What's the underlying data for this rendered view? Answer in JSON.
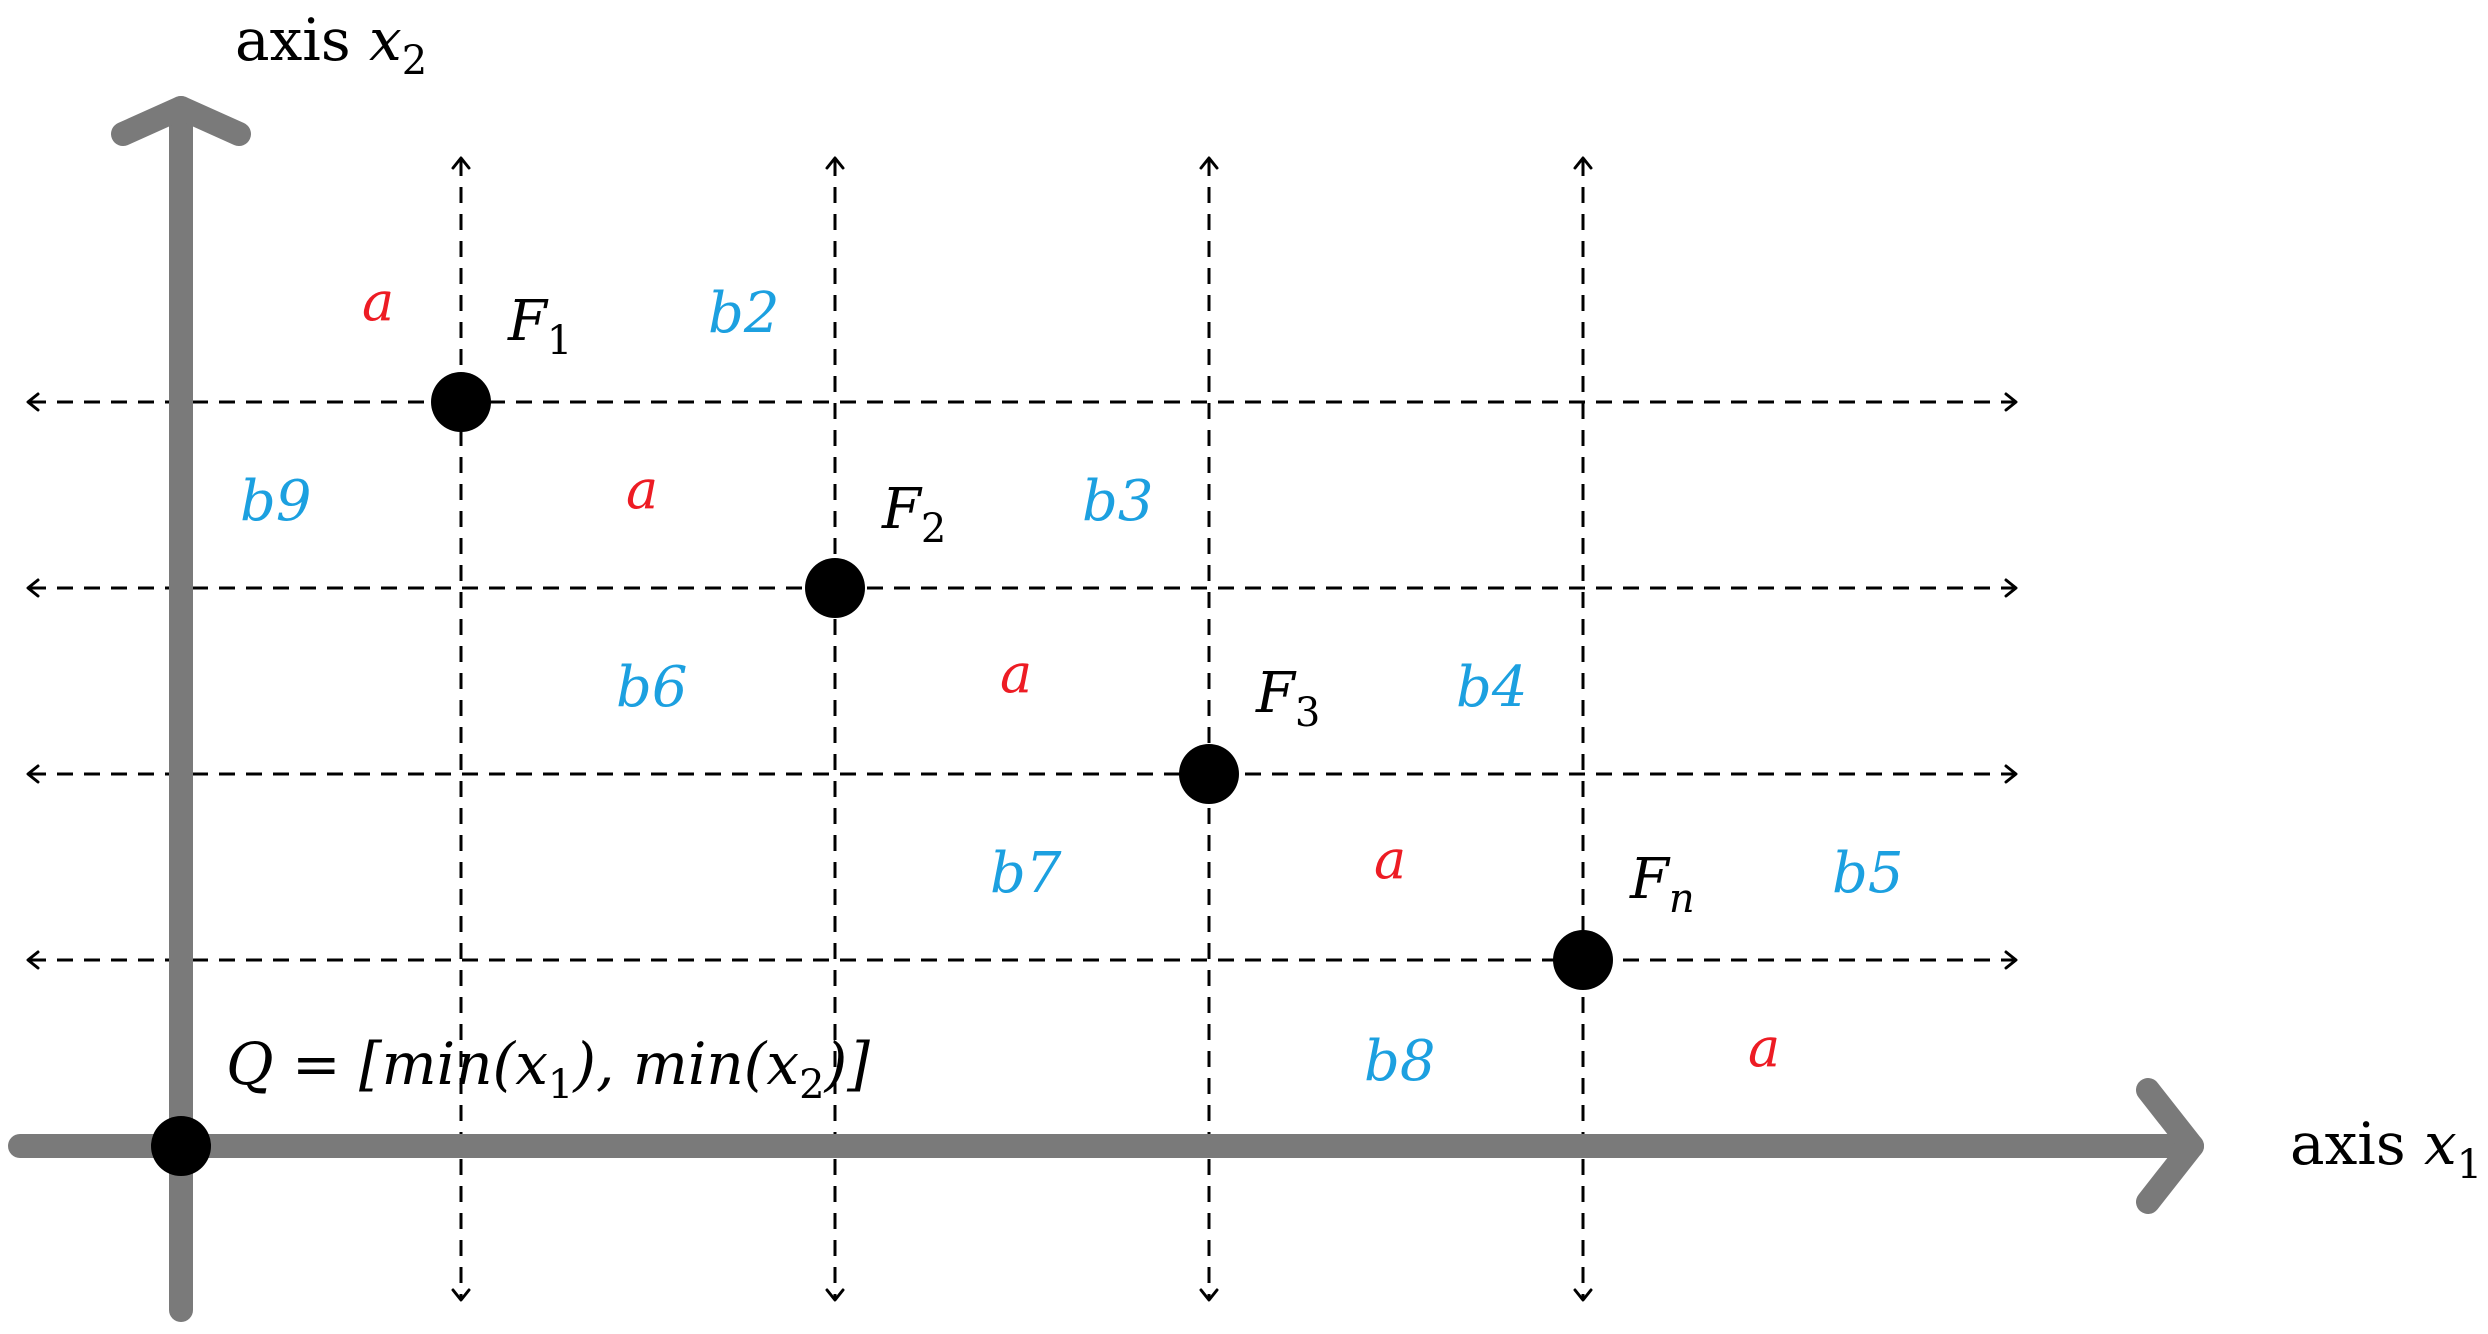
{
  "axes": {
    "x_label": {
      "text": "axis ",
      "var": "x",
      "sub": "1"
    },
    "y_label": {
      "text": "axis ",
      "var": "x",
      "sub": "2"
    }
  },
  "origin_label": {
    "pre": "Q = [min(",
    "v1": "x",
    "s1": "1",
    "mid": "), min(",
    "v2": "x",
    "s2": "2",
    "post": ")]"
  },
  "points": [
    {
      "id": "F1",
      "var": "F",
      "sub": "1"
    },
    {
      "id": "F2",
      "var": "F",
      "sub": "2"
    },
    {
      "id": "F3",
      "var": "F",
      "sub": "3"
    },
    {
      "id": "Fn",
      "var": "F",
      "sub": "n"
    }
  ],
  "region_labels": [
    {
      "text": "a",
      "color": "red"
    },
    {
      "text": "a",
      "color": "red"
    },
    {
      "text": "a",
      "color": "red"
    },
    {
      "text": "a",
      "color": "red"
    },
    {
      "text": "a",
      "color": "red"
    },
    {
      "text": "b2",
      "color": "blue"
    },
    {
      "text": "b3",
      "color": "blue"
    },
    {
      "text": "b4",
      "color": "blue"
    },
    {
      "text": "b5",
      "color": "blue"
    },
    {
      "text": "b6",
      "color": "blue"
    },
    {
      "text": "b7",
      "color": "blue"
    },
    {
      "text": "b8",
      "color": "blue"
    },
    {
      "text": "b9",
      "color": "blue"
    }
  ],
  "colors": {
    "axis": "#7a7a7a",
    "dashed": "#000000",
    "point": "#000000",
    "red": "#ed1c24",
    "blue": "#1ca0e0",
    "text": "#000000"
  }
}
